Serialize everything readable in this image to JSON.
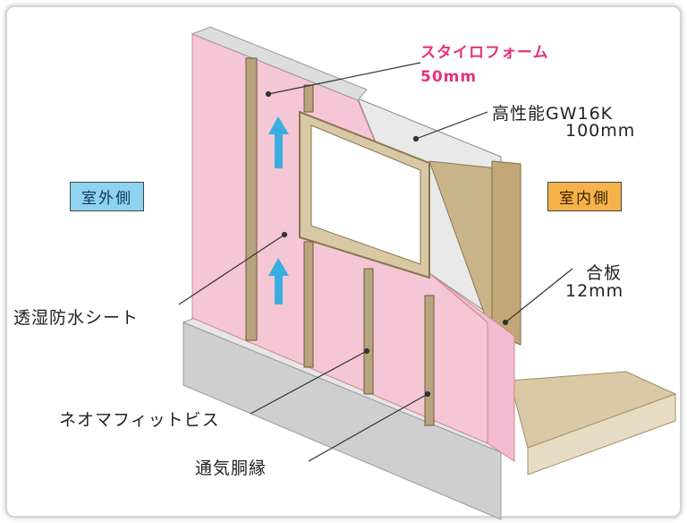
{
  "labels": {
    "styrofoam": {
      "name": "スタイロフォーム",
      "size": "50mm"
    },
    "glasswool": {
      "name": "高性能GW16K",
      "size": "100mm"
    },
    "exterior": "室外側",
    "interior": "室内側",
    "plywood": {
      "name": "合板",
      "size": "12mm"
    },
    "membrane": "透湿防水シート",
    "screw": "ネオマフィットビス",
    "furring": "通気胴縁"
  },
  "colors": {
    "pink_label": "#e8307a",
    "exterior_box": "#8fd3f0",
    "interior_box": "#f6b24a",
    "insulation": "#f5c6d6",
    "wood": "#b8a47e"
  }
}
